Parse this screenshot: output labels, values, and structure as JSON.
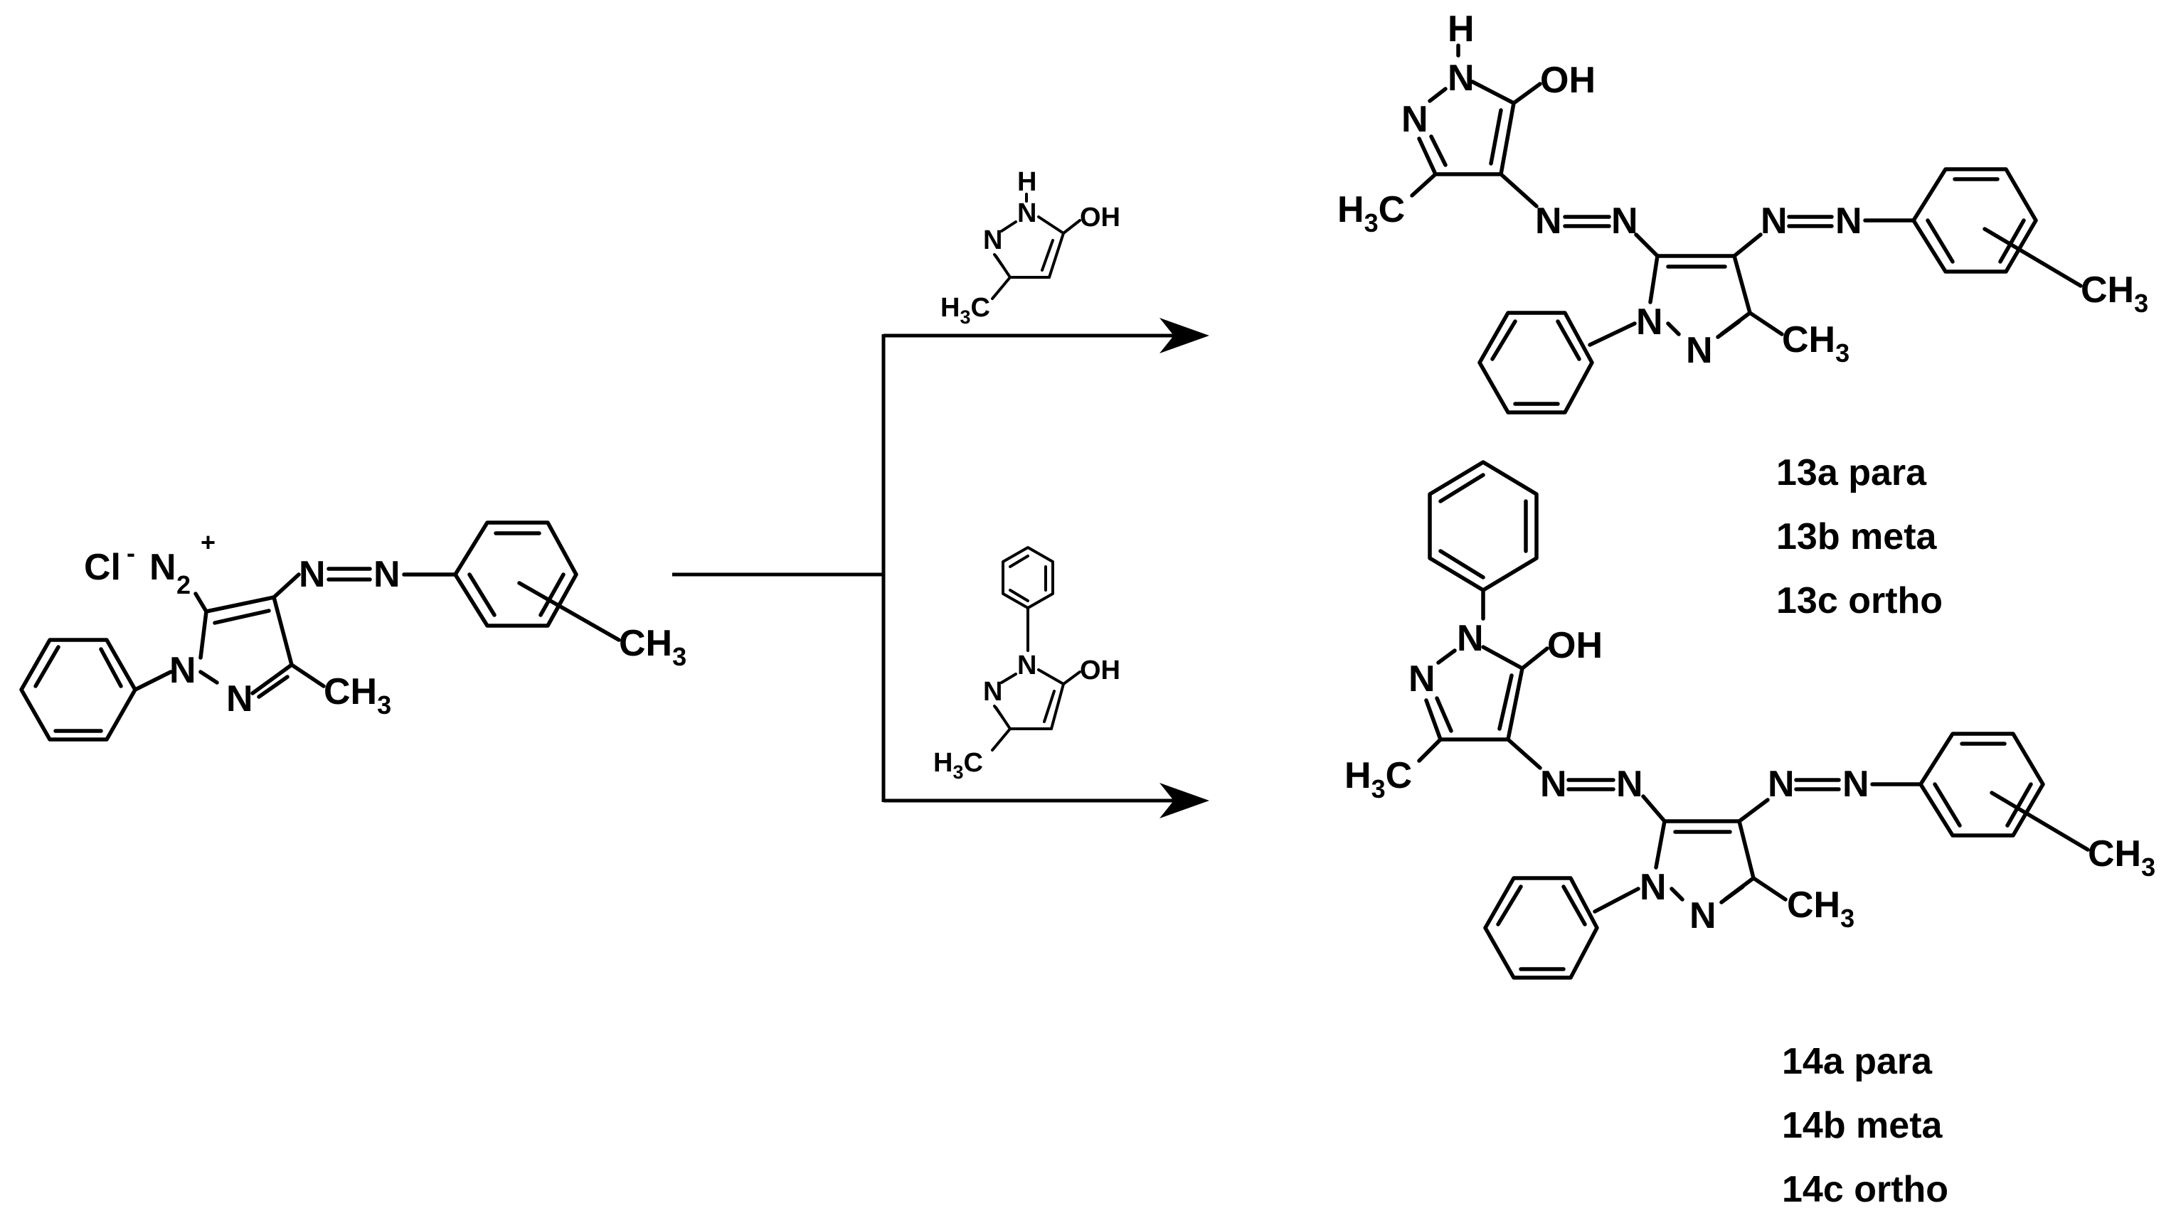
{
  "reactant": {
    "counter_ion": "Cl",
    "counter_ion_charge": "-",
    "diazonium": "N",
    "diazonium_sub": "2",
    "diazonium_charge": "+",
    "atoms": {
      "n1": "N",
      "n2": "N",
      "azo_n1": "N",
      "azo_n2": "N",
      "methyl": "CH",
      "methyl_sub": "3",
      "aryl_methyl": "CH",
      "aryl_methyl_sub": "3"
    }
  },
  "reagent_top": {
    "h": "H",
    "n1": "N",
    "n2": "N",
    "oh": "OH",
    "methyl": "H",
    "methyl_sub": "3",
    "methyl_c": "C"
  },
  "reagent_bottom": {
    "n1": "N",
    "n2": "N",
    "oh": "OH",
    "methyl": "H",
    "methyl_sub": "3",
    "methyl_c": "C"
  },
  "product_13": {
    "h": "H",
    "n1": "N",
    "n2": "N",
    "oh": "OH",
    "left_methyl": "H",
    "left_methyl_sub": "3",
    "left_methyl_c": "C",
    "azo1_a": "N",
    "azo1_b": "N",
    "azo2_a": "N",
    "azo2_b": "N",
    "ring_n1": "N",
    "ring_n2": "N",
    "ring_methyl": "CH",
    "ring_methyl_sub": "3",
    "aryl_methyl": "CH",
    "aryl_methyl_sub": "3",
    "labels": [
      "13a para",
      "13b meta",
      "13c ortho"
    ]
  },
  "product_14": {
    "n1": "N",
    "n2": "N",
    "oh": "OH",
    "left_methyl": "H",
    "left_methyl_sub": "3",
    "left_methyl_c": "C",
    "azo1_a": "N",
    "azo1_b": "N",
    "azo2_a": "N",
    "azo2_b": "N",
    "ring_n1": "N",
    "ring_n2": "N",
    "ring_methyl": "CH",
    "ring_methyl_sub": "3",
    "aryl_methyl": "CH",
    "aryl_methyl_sub": "3",
    "labels": [
      "14a para",
      "14b meta",
      "14c ortho"
    ]
  }
}
